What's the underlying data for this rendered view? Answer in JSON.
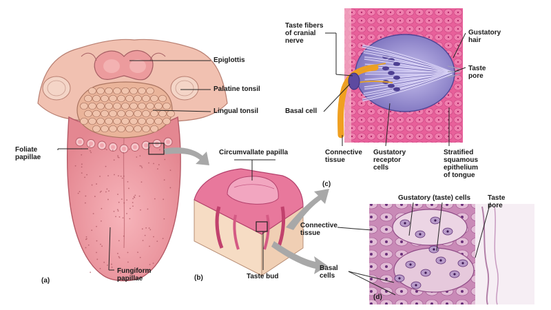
{
  "panels": {
    "a": "(a)",
    "b": "(b)",
    "c": "(c)",
    "d": "(d)"
  },
  "labels": {
    "epiglottis": "Epiglottis",
    "palatine_tonsil": "Palatine tonsil",
    "lingual_tonsil": "Lingual tonsil",
    "foliate_papillae_1": "Foliate",
    "foliate_papillae_2": "papillae",
    "fungiform_papillae_1": "Fungiform",
    "fungiform_papillae_2": "papillae",
    "circumvallate_papilla": "Circumvallate papilla",
    "taste_bud": "Taste bud",
    "taste_fibers_1": "Taste fibers",
    "taste_fibers_2": "of cranial",
    "taste_fibers_3": "nerve",
    "basal_cell": "Basal cell",
    "connective_tissue_c_1": "Connective",
    "connective_tissue_c_2": "tissue",
    "gustatory_receptor_1": "Gustatory",
    "gustatory_receptor_2": "receptor",
    "gustatory_receptor_3": "cells",
    "gustatory_hair_1": "Gustatory",
    "gustatory_hair_2": "hair",
    "taste_pore_c_1": "Taste",
    "taste_pore_c_2": "pore",
    "stratified_1": "Stratified",
    "stratified_2": "squamous",
    "stratified_3": "epithelium",
    "stratified_4": "of tongue",
    "gustatory_taste_cells": "Gustatory (taste) cells",
    "taste_pore_d_1": "Taste",
    "taste_pore_d_2": "pore",
    "connective_tissue_d_1": "Connective",
    "connective_tissue_d_2": "tissue",
    "basal_cells_1": "Basal",
    "basal_cells_2": "cells"
  },
  "colors": {
    "tongue": "#f2a0a6",
    "tongue_dark": "#d9707c",
    "tonsil": "#e9b5a0",
    "pink_tissue": "#e8789c",
    "bud_purple": "#8f86c8",
    "nerve": "#f0a020",
    "histo_bg": "#c889b6",
    "histo_cell": "#e7c9dc",
    "arrow_gray": "#a8a8a8"
  }
}
